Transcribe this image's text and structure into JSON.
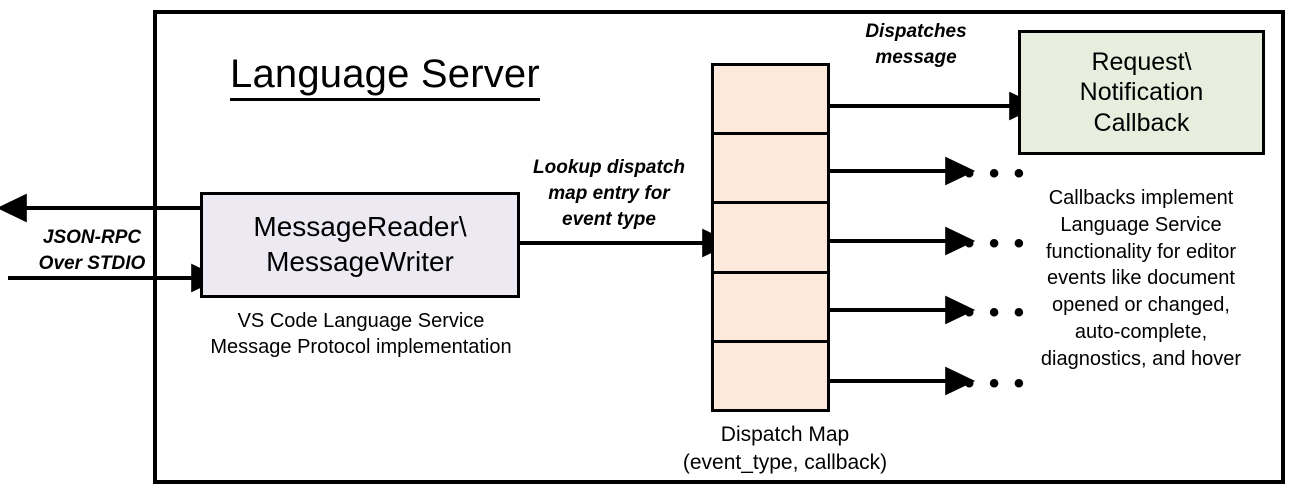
{
  "diagram": {
    "title": "Language Server",
    "container_label": "Language Server"
  },
  "left": {
    "protocol_label": "JSON-RPC\nOver STDIO",
    "box_title": "MessageReader\\\nMessageWriter",
    "box_caption": "VS Code Language Service\nMessage Protocol implementation"
  },
  "middle": {
    "lookup_label": "Lookup dispatch\nmap entry for\nevent type",
    "dispatch_map_caption": "Dispatch Map\n(event_type, callback)",
    "rows": [
      {
        "id": "row-1"
      },
      {
        "id": "row-2"
      },
      {
        "id": "row-3"
      },
      {
        "id": "row-4"
      },
      {
        "id": "row-5"
      }
    ]
  },
  "right": {
    "dispatches_label": "Dispatches\nmessage",
    "callback_box_title": "Request\\\nNotification\nCallback",
    "callback_caption": "Callbacks implement\nLanguage Service\nfunctionality for editor\nevents like document\nopened or changed,\nauto-complete,\ndiagnostics, and hover",
    "ellipsis": "• • •",
    "ellipsis_items": [
      "• • •",
      "• • •",
      "• • •",
      "• • •"
    ]
  },
  "colors": {
    "message_box_fill": "#ece9f3",
    "dispatch_map_fill": "#fce9db",
    "callback_box_fill": "#e8eede",
    "stroke": "#000000",
    "background": "#ffffff"
  }
}
